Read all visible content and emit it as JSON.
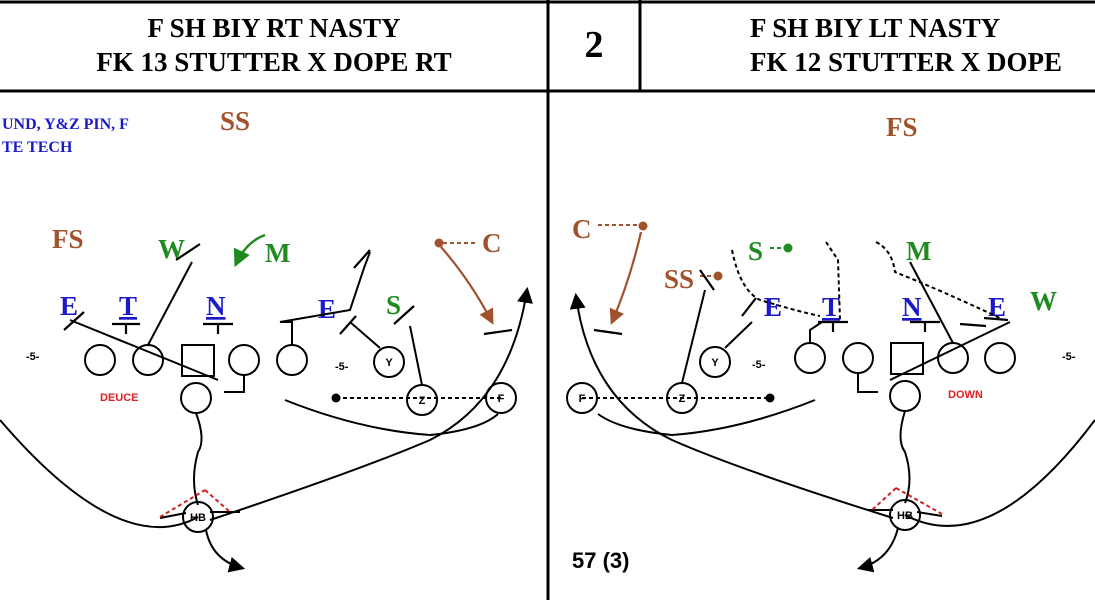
{
  "header": {
    "left_line1": "F SH BIY RT NASTY",
    "left_line2": "FK 13 STUTTER X DOPE RT",
    "middle_number": "2",
    "right_line1": "F SH BIY LT NASTY",
    "right_line2": "FK 12 STUTTER X DOPE"
  },
  "left_panel": {
    "note_line1": "UND,  Y&Z PIN, F",
    "note_line2": "TE TECH",
    "defense": {
      "ss": "SS",
      "fs": "FS",
      "w": "W",
      "m": "M",
      "c": "C",
      "s": "S",
      "e_left": "E",
      "t": "T",
      "n": "N",
      "e_right": "E"
    },
    "offense": {
      "y": "Y",
      "z": "Z",
      "f": "F",
      "hb": "HB"
    },
    "yard_left": "-5-",
    "yard_right": "-5-",
    "front_tag": "DEUCE"
  },
  "right_panel": {
    "defense": {
      "fs": "FS",
      "c": "C",
      "s": "S",
      "ss": "SS",
      "m": "M",
      "e_left": "E",
      "t": "T",
      "n": "N",
      "e_right": "E",
      "w": "W"
    },
    "offense": {
      "y": "Y",
      "z": "Z",
      "f": "F",
      "hb": "HB"
    },
    "yard_left": "-5-",
    "yard_right": "-5-",
    "front_tag": "DOWN",
    "play_number": "57 (3)"
  },
  "colors": {
    "line": "#000000",
    "brown": "#a0522d",
    "green": "#1f8a1f",
    "blue": "#1a1ac8",
    "red_tag": "#e02020",
    "red_dash": "#d02020"
  }
}
